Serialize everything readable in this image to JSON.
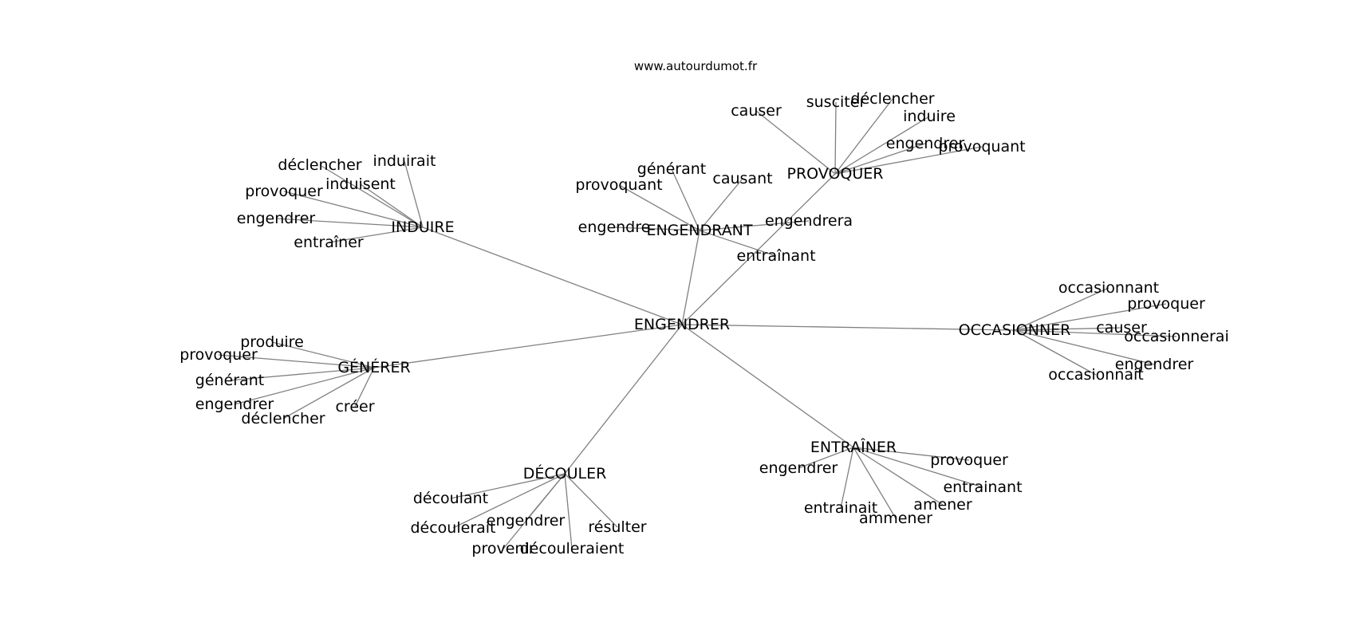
{
  "source_credit": "www.autourdumot.fr",
  "colors": {
    "edge": "#808080",
    "text": "#000000",
    "background": "#ffffff"
  },
  "graph": {
    "center": "ENGENDRER",
    "hubs": [
      {
        "label": "INDUIRE",
        "leaves": [
          "déclencher",
          "induirait",
          "induisent",
          "provoquer",
          "engendrer",
          "entraîner"
        ]
      },
      {
        "label": "ENGENDRANT",
        "leaves": [
          "générant",
          "provoquant",
          "causant",
          "engendre",
          "engendrera",
          "entraînant"
        ]
      },
      {
        "label": "PROVOQUER",
        "leaves": [
          "causer",
          "susciter",
          "déclencher",
          "induire",
          "engendrer",
          "provoquant"
        ]
      },
      {
        "label": "OCCASIONNER",
        "leaves": [
          "occasionnant",
          "provoquer",
          "causer",
          "occasionnerai",
          "engendrer",
          "occasionnait"
        ]
      },
      {
        "label": "GÉNÉRER",
        "leaves": [
          "produire",
          "provoquer",
          "générant",
          "engendrer",
          "déclencher",
          "créer"
        ]
      },
      {
        "label": "DÉCOULER",
        "leaves": [
          "découlant",
          "découlerait",
          "engendrer",
          "provenir",
          "découleraient",
          "résulter"
        ]
      },
      {
        "label": "ENTRAÎNER",
        "leaves": [
          "engendrer",
          "provoquer",
          "entrainant",
          "entrainait",
          "amener",
          "ammener"
        ]
      }
    ]
  }
}
